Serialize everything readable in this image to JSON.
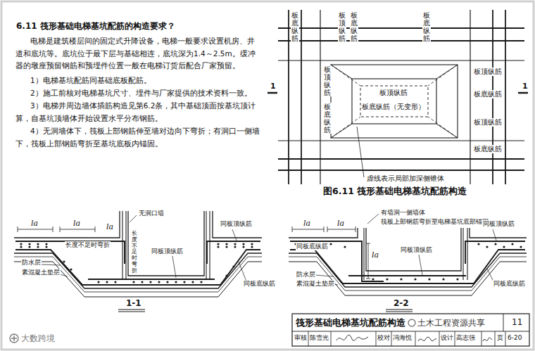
{
  "diagram": {
    "title": "6.11 筏形基础电梯基坑配筋的构造要求？",
    "caption": "图6.11 筏形基础电梯基坑配筋构造",
    "labels": [
      "电梯是建筑楼层间的固定式升降设备，电梯一般要求设置机房、井道和底坑等。底坑位于最下层与基础相连，底坑深为1.4～2.5m。缓冲器的墩座预留钢筋和预埋件位置一般在电梯订货后配合厂家预留。",
      "1）电梯基坑配筋同基础底板配筋。",
      "2）施工前核对电梯基坑尺寸、埋件与厂家提供的技术资料一致。",
      "3）电梯井周边墙体插筋构造见第6.2条，其中基础顶面按基坑顶计算，自基坑顶墙体开始设置水平分布钢筋。",
      "4）无洞墙体下，筏板上部钢筋伸至墙对边向下弯折；有洞口一侧墙下，筏板上部钢筋弯折至基坑底板内锚固。",
      "1",
      "1",
      "板底纵筋",
      "板顶纵筋",
      "板底纵筋",
      "板底纵筋",
      "板顶纵筋",
      "板底纵筋",
      "板顶纵筋",
      "板底纵筋（无变形）",
      "板顶纵筋",
      "板底纵筋",
      "板顶纵筋",
      "板底纵筋",
      "虚线表示局部加深侧锥体",
      "无洞口墙",
      "la",
      "la",
      "la",
      "长度不足时弯折",
      "长度不足时弯折",
      "同板顶纵筋",
      "同板顶纵筋",
      "同板底纵筋",
      "防水层",
      "素混凝土垫层",
      "1-1",
      "有墙洞一侧墙体",
      "筏板上部钢筋弯折至电梯基坑底部锚固",
      "la",
      "la",
      "la",
      "同板顶纵筋",
      "同板顶纵筋",
      "同板底纵筋",
      "同板底纵筋",
      "防水层",
      "素混凝土垫层",
      "2-2",
      "筏形基础电梯基坑配筋构造",
      "土木工程资源共享",
      "11",
      "审核",
      "陈雪光",
      "校对",
      "冯海悦",
      "设计",
      "高志强",
      "页",
      "6-20",
      "大数跨境"
    ]
  }
}
